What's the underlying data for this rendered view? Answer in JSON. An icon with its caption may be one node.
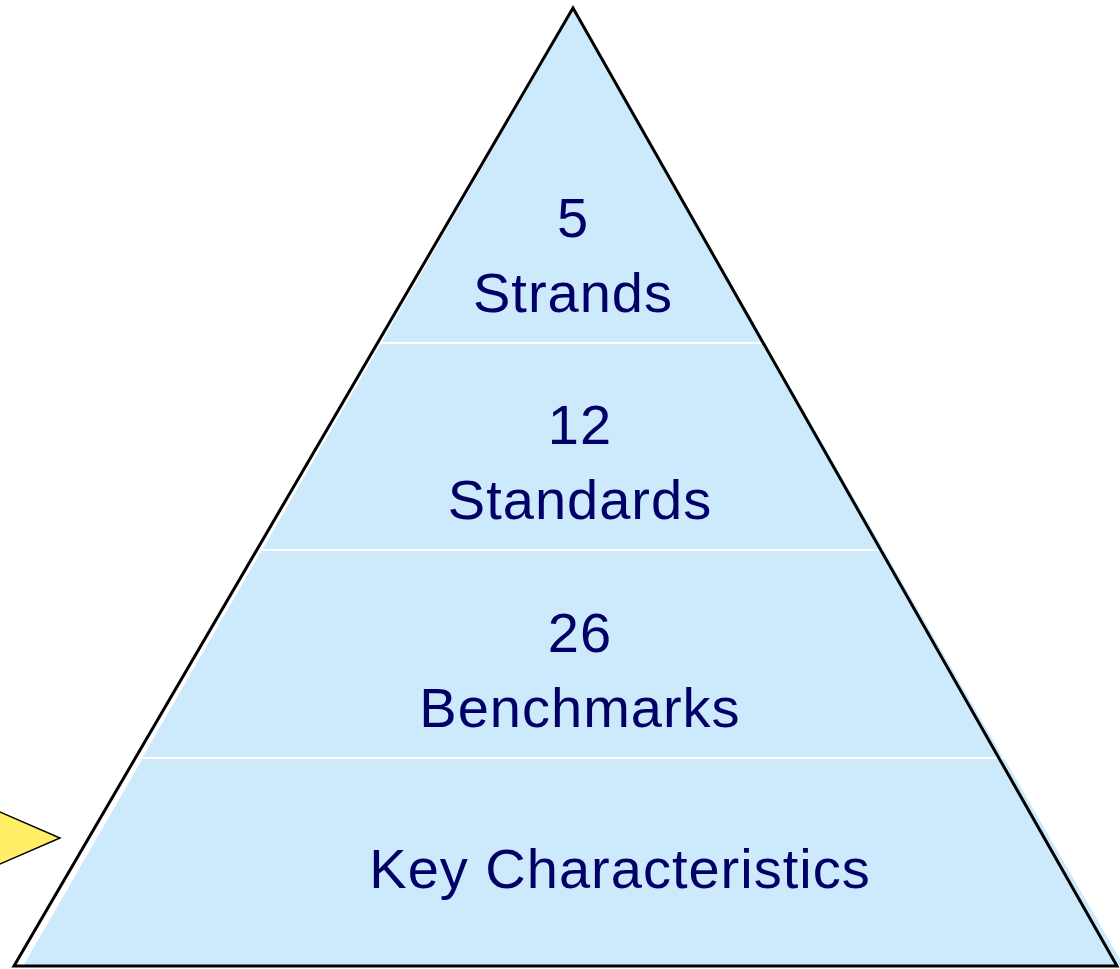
{
  "diagram": {
    "nodes": [
      {
        "text": [
          "5",
          "Strands"
        ]
      },
      {
        "text": [
          "12",
          "Standards"
        ]
      },
      {
        "text": [
          "26",
          "Benchmarks"
        ]
      },
      {
        "text": [
          "Key Characteristics"
        ]
      }
    ]
  }
}
